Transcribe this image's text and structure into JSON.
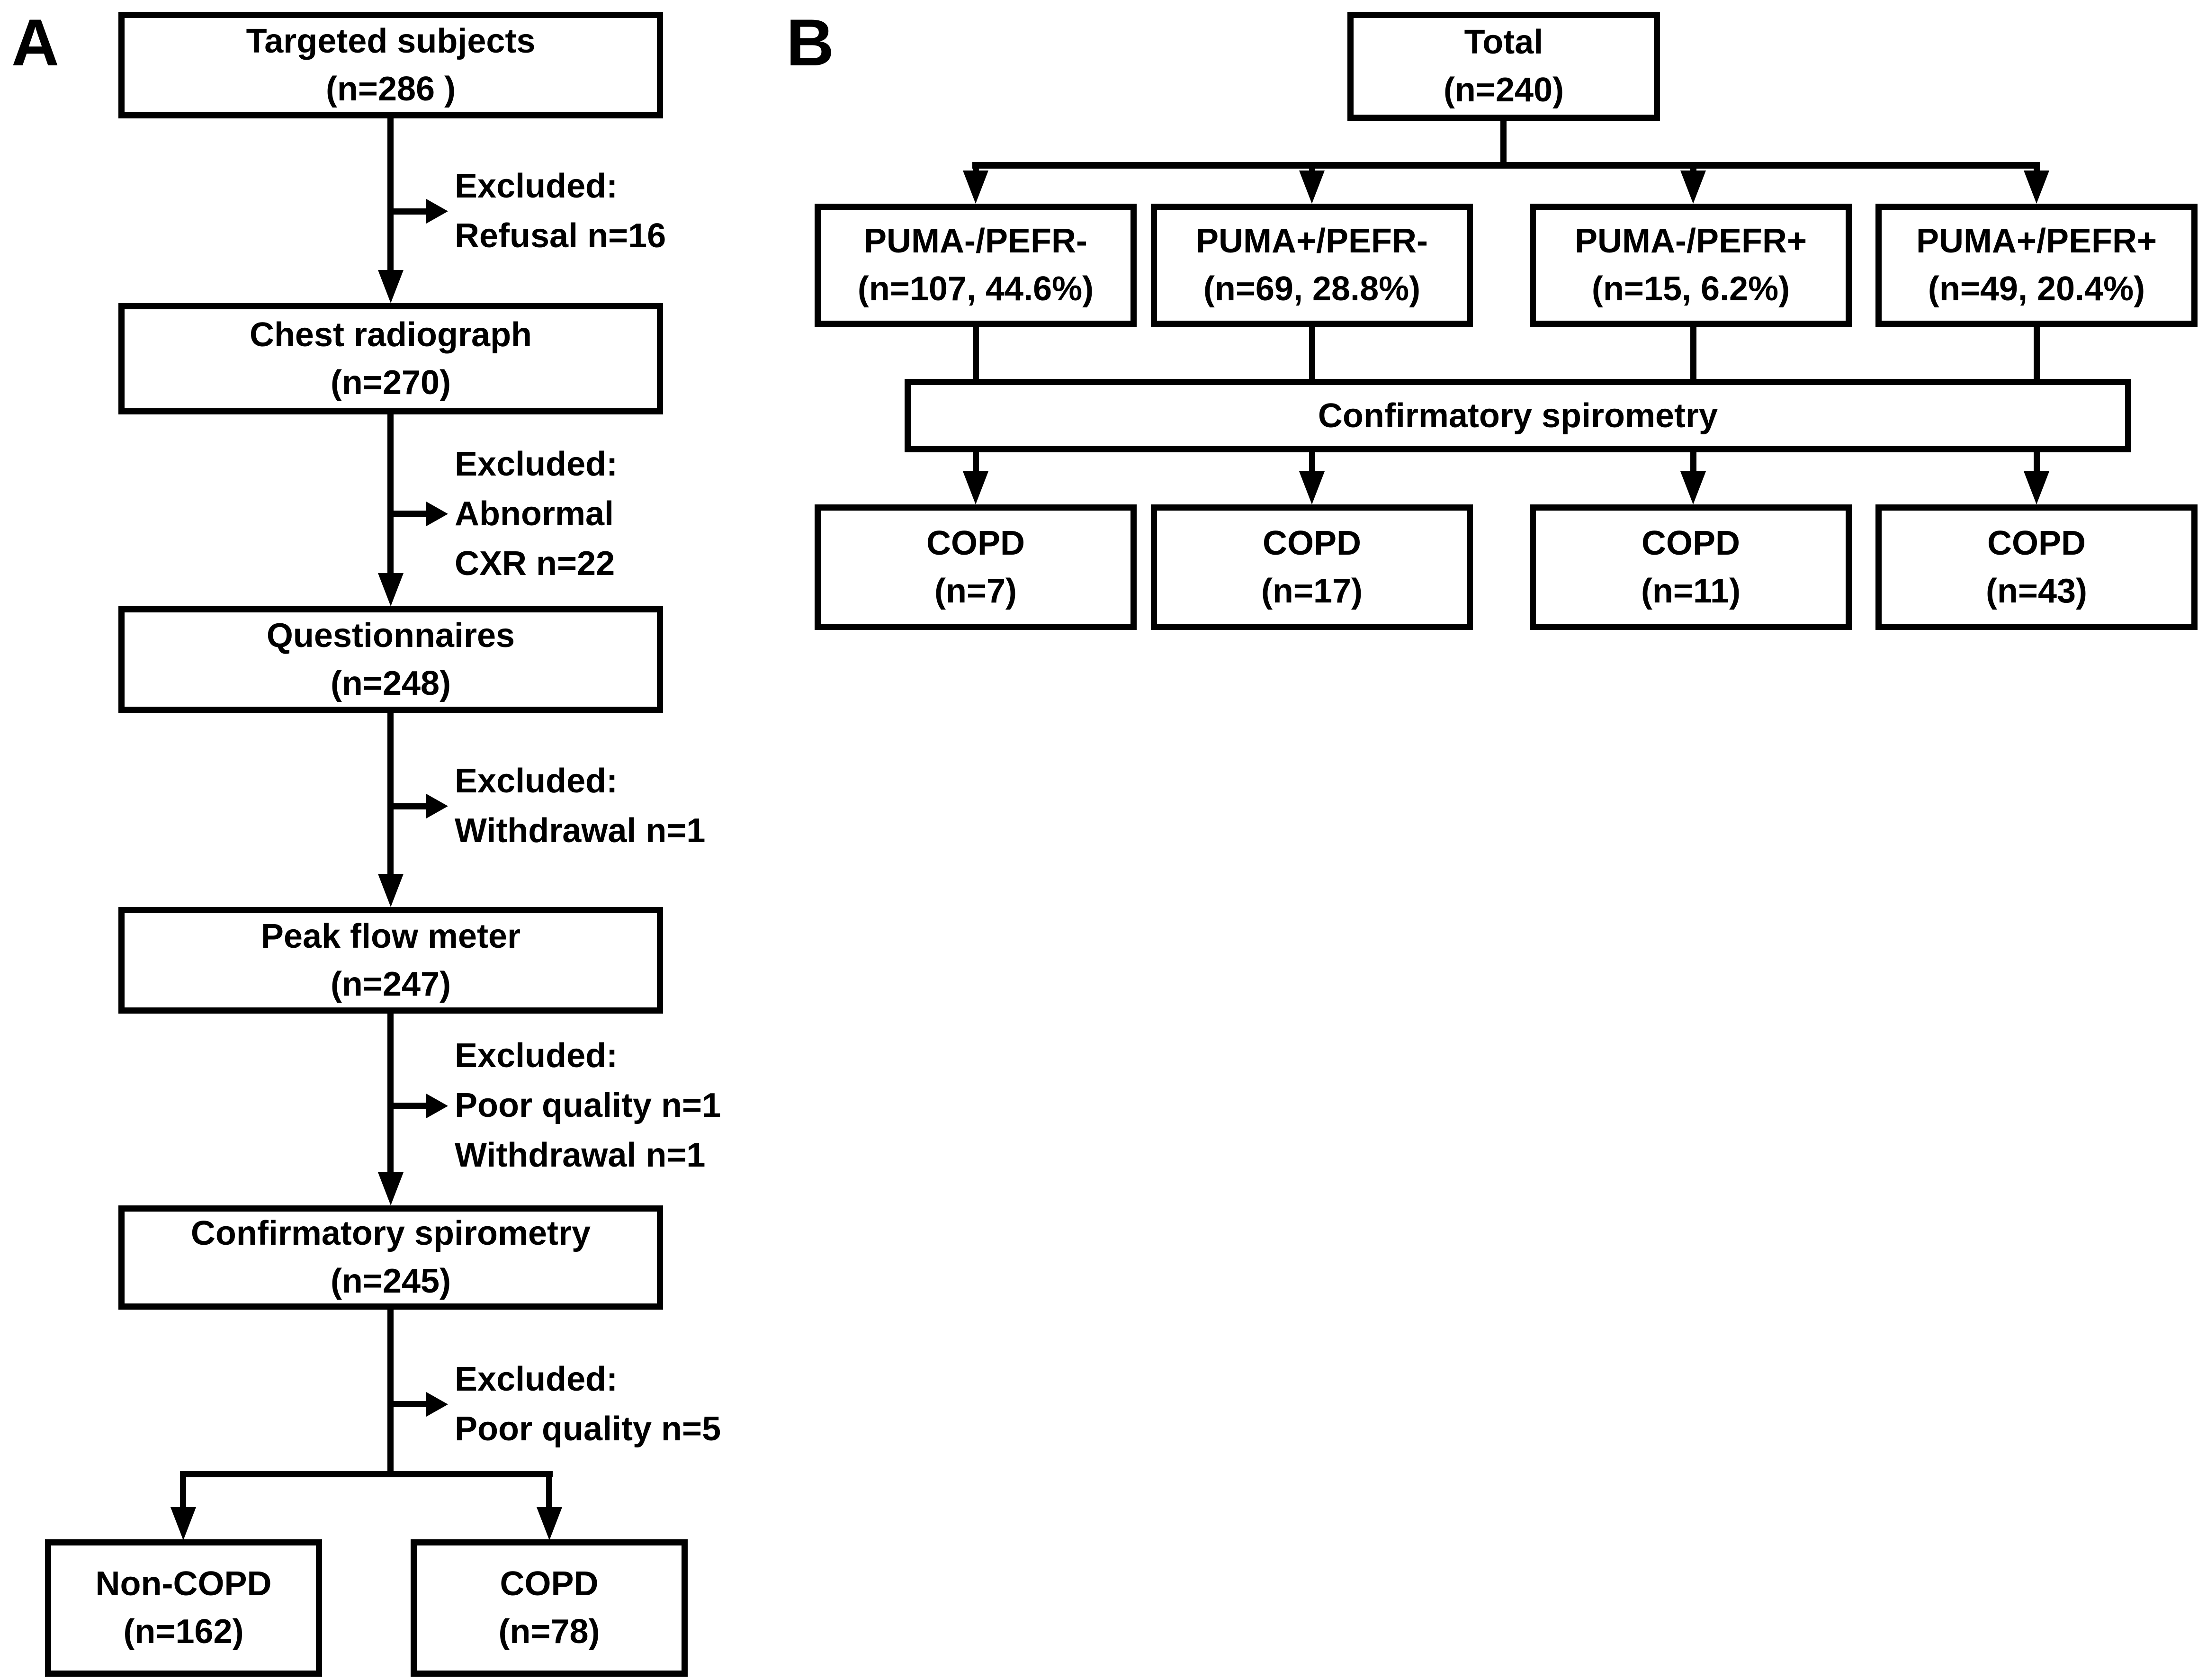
{
  "ink": "#000000",
  "background": "#ffffff",
  "panel_a": {
    "label": "A",
    "boxes": [
      {
        "id": "targeted-subjects",
        "line1": "Targeted subjects",
        "line2": "(n=286 )"
      },
      {
        "id": "chest-radiograph",
        "line1": "Chest radiograph",
        "line2": "(n=270)"
      },
      {
        "id": "questionnaires",
        "line1": "Questionnaires",
        "line2": "(n=248)"
      },
      {
        "id": "peak-flow-meter",
        "line1": "Peak flow meter",
        "line2": "(n=247)"
      },
      {
        "id": "confirmatory-spirometry",
        "line1": "Confirmatory spirometry",
        "line2": "(n=245)"
      },
      {
        "id": "non-copd",
        "line1": "Non-COPD",
        "line2": "(n=162)"
      },
      {
        "id": "copd",
        "line1": "COPD",
        "line2": "(n=78)"
      }
    ],
    "exclusions": [
      {
        "lines": [
          "Excluded:",
          "Refusal n=16"
        ]
      },
      {
        "lines": [
          "Excluded:",
          "Abnormal",
          "CXR n=22"
        ]
      },
      {
        "lines": [
          "Excluded:",
          "Withdrawal n=1"
        ]
      },
      {
        "lines": [
          "Excluded:",
          "Poor quality n=1",
          "Withdrawal n=1"
        ]
      },
      {
        "lines": [
          "Excluded:",
          "Poor quality n=5"
        ]
      }
    ]
  },
  "panel_b": {
    "label": "B",
    "total": {
      "line1": "Total",
      "line2": "(n=240)"
    },
    "spirometry_label": "Confirmatory spirometry",
    "groups": [
      {
        "group_line1": "PUMA-/PEFR-",
        "group_line2": "(n=107, 44.6%)",
        "outcome_line1": "COPD",
        "outcome_line2": "(n=7)"
      },
      {
        "group_line1": "PUMA+/PEFR-",
        "group_line2": "(n=69, 28.8%)",
        "outcome_line1": "COPD",
        "outcome_line2": "(n=17)"
      },
      {
        "group_line1": "PUMA-/PEFR+",
        "group_line2": "(n=15, 6.2%)",
        "outcome_line1": "COPD",
        "outcome_line2": "(n=11)"
      },
      {
        "group_line1": "PUMA+/PEFR+",
        "group_line2": "(n=49, 20.4%)",
        "outcome_line1": "COPD",
        "outcome_line2": "(n=43)"
      }
    ]
  }
}
